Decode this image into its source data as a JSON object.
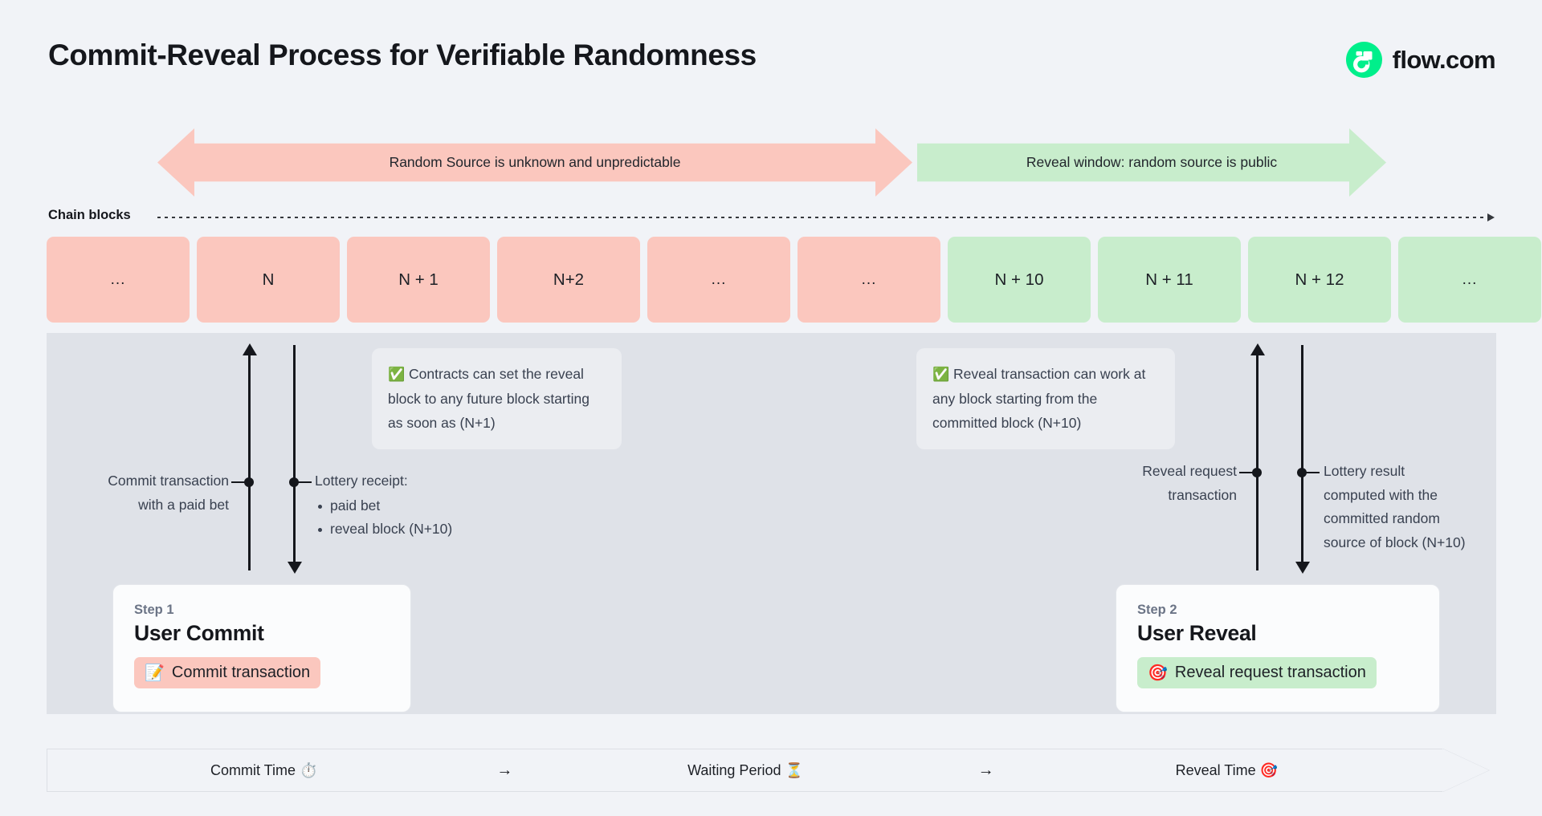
{
  "header": {
    "title": "Commit-Reveal Process for Verifiable Randomness",
    "brand_name": "flow.com",
    "brand_color": "#00EF8B"
  },
  "banners": [
    {
      "label": "Random Source is unknown and unpredictable",
      "color": "#FBC7BE",
      "direction": "both"
    },
    {
      "label": "Reveal window: random source is public",
      "color": "#C8EDCC",
      "direction": "right"
    }
  ],
  "chain": {
    "label": "Chain blocks",
    "blocks": [
      {
        "label": "...",
        "state": "pink"
      },
      {
        "label": "N",
        "state": "pink"
      },
      {
        "label": "N + 1",
        "state": "pink"
      },
      {
        "label": "N+2",
        "state": "pink"
      },
      {
        "label": "...",
        "state": "pink"
      },
      {
        "label": "...",
        "state": "pink"
      },
      {
        "label": "N + 10",
        "state": "green"
      },
      {
        "label": "N + 11",
        "state": "green"
      },
      {
        "label": "N + 12",
        "state": "green"
      },
      {
        "label": "...",
        "state": "green"
      }
    ]
  },
  "callouts": [
    {
      "icon": "✅",
      "text": "Contracts can set the reveal block to any future block starting as soon as (N+1)"
    },
    {
      "icon": "✅",
      "text": "Reveal transaction can work at any block starting from the committed block (N+10)"
    }
  ],
  "annotations": {
    "commit": {
      "line1": "Commit transaction",
      "line2": "with a paid bet"
    },
    "receipt": {
      "title": "Lottery receipt:",
      "items": [
        "paid bet",
        "reveal block (N+10)"
      ]
    },
    "reveal_request": {
      "line1": "Reveal request",
      "line2": "transaction"
    },
    "lottery_result": {
      "line1": "Lottery result",
      "line2": "computed with the",
      "line3": "committed random",
      "line4": "source of block (N+10)"
    }
  },
  "steps": [
    {
      "kicker": "Step 1",
      "title": "User Commit",
      "chip_icon": "📝",
      "chip_label": "Commit transaction",
      "chip_color": "#FBC7BE"
    },
    {
      "kicker": "Step 2",
      "title": "User Reveal",
      "chip_icon": "🎯",
      "chip_label": "Reveal request transaction",
      "chip_color": "#C8EDCC"
    }
  ],
  "timeline": {
    "segments": [
      "Commit Time ⏱️",
      "Waiting Period ⏳",
      "Reveal Time 🎯"
    ],
    "separators": [
      "→",
      "→"
    ]
  }
}
